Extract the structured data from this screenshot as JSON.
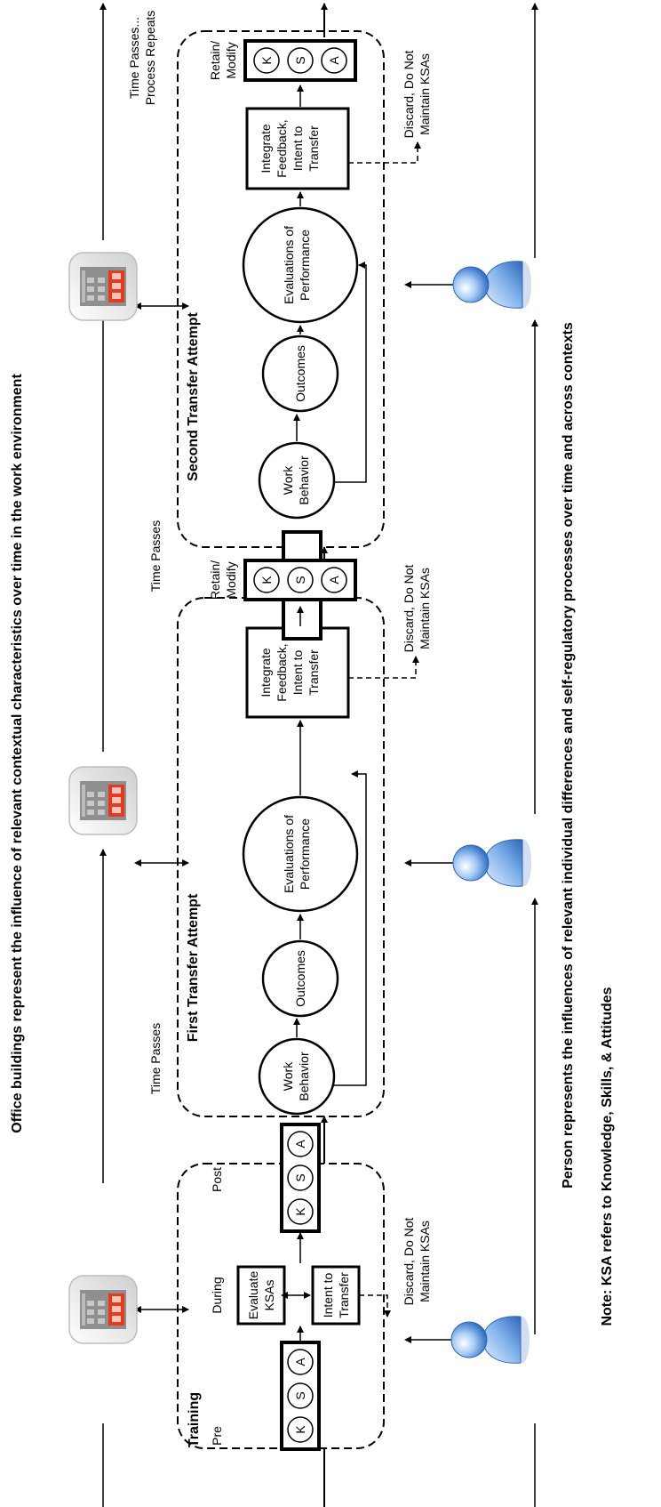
{
  "header": {
    "buildings_caption": "Office buildings represent the influence of relevant contextual characteristics over time in the work environment"
  },
  "footer": {
    "person_caption": "Person represents the influences of relevant individual differences and self-regulatory processes over time and across contexts",
    "note": "Note: KSA refers to Knowledge, Skills, & Attitudes"
  },
  "time_labels": {
    "first": "Time Passes",
    "second": "Time Passes",
    "third_line1": "Time Passes...",
    "third_line2": "Process Repeats"
  },
  "training": {
    "title": "Training",
    "pre": "Pre",
    "during": "During",
    "post": "Post",
    "evaluate_line1": "Evaluate",
    "evaluate_line2": "KSAs",
    "intent_line1": "Intent to",
    "intent_line2": "Transfer",
    "discard_line1": "Discard, Do Not",
    "discard_line2": "Maintain KSAs"
  },
  "ksa": {
    "k": "K",
    "s": "S",
    "a": "A"
  },
  "first_attempt": {
    "title": "First Transfer Attempt",
    "work_line1": "Work",
    "work_line2": "Behavior",
    "outcomes": "Outcomes",
    "eval_line1": "Evaluations of",
    "eval_line2": "Performance",
    "integrate_line1": "Integrate",
    "integrate_line2": "Feedback,",
    "integrate_line3": "Intent to",
    "integrate_line4": "Transfer",
    "retain_line1": "Retain/",
    "retain_line2": "Modify",
    "discard_line1": "Discard, Do Not",
    "discard_line2": "Maintain KSAs"
  },
  "second_attempt": {
    "title": "Second Transfer Attempt",
    "work_line1": "Work",
    "work_line2": "Behavior",
    "outcomes": "Outcomes",
    "eval_line1": "Evaluations of",
    "eval_line2": "Performance",
    "integrate_line1": "Integrate",
    "integrate_line2": "Feedback,",
    "integrate_line3": "Intent to",
    "integrate_line4": "Transfer",
    "retain_line1": "Retain/",
    "retain_line2": "Modify",
    "discard_line1": "Discard, Do Not",
    "discard_line2": "Maintain KSAs"
  },
  "icons": {
    "building": "office-building-icon",
    "person": "person-icon"
  },
  "colors": {
    "building_base": "#e4e4e4",
    "building_accent": "#e23b1e",
    "person_blue": "#3b7fd4",
    "person_light": "#d6e8fb"
  }
}
